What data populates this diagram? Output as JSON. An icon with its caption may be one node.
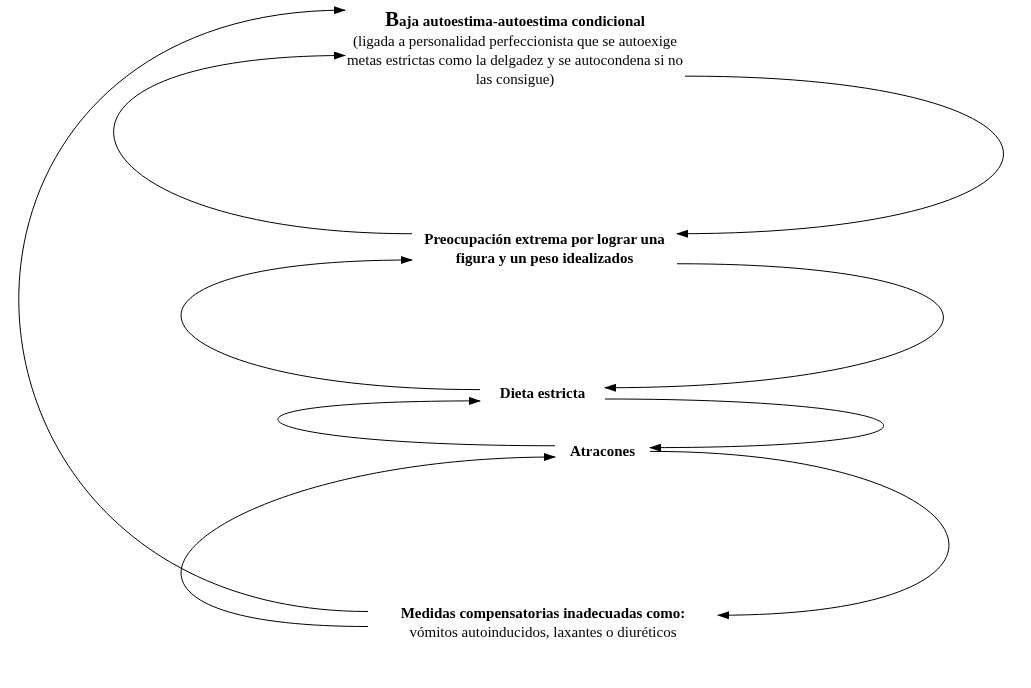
{
  "diagram": {
    "nodes": [
      {
        "text": [
          "Baja autoestima-autoestima condicional",
          "(ligada a personalidad perfeccionista que se autoexige metas estrictas como la delgadez y se autocondena si no las consigue)"
        ]
      },
      {
        "text": [
          "Preocupación extrema por lograr una figura y un peso idealizados"
        ]
      },
      {
        "text": [
          "Dieta estricta"
        ]
      },
      {
        "text": [
          "Atracones"
        ]
      },
      {
        "text": [
          "Medidas compensatorias inadecuadas como:",
          "vómitos autoinducidos, laxantes o diuréticos"
        ]
      }
    ],
    "edges": [
      {
        "from": 0,
        "to": 1,
        "arrow": "to"
      },
      {
        "from": 1,
        "to": 0,
        "arrow": "to"
      },
      {
        "from": 1,
        "to": 2,
        "arrow": "to"
      },
      {
        "from": 2,
        "to": 1,
        "arrow": "to"
      },
      {
        "from": 2,
        "to": 3,
        "arrow": "to"
      },
      {
        "from": 3,
        "to": 2,
        "arrow": "to"
      },
      {
        "from": 3,
        "to": 4,
        "arrow": "to"
      },
      {
        "from": 4,
        "to": 3,
        "arrow": "to"
      },
      {
        "from": 4,
        "to": 0,
        "arrow": "to"
      }
    ]
  }
}
